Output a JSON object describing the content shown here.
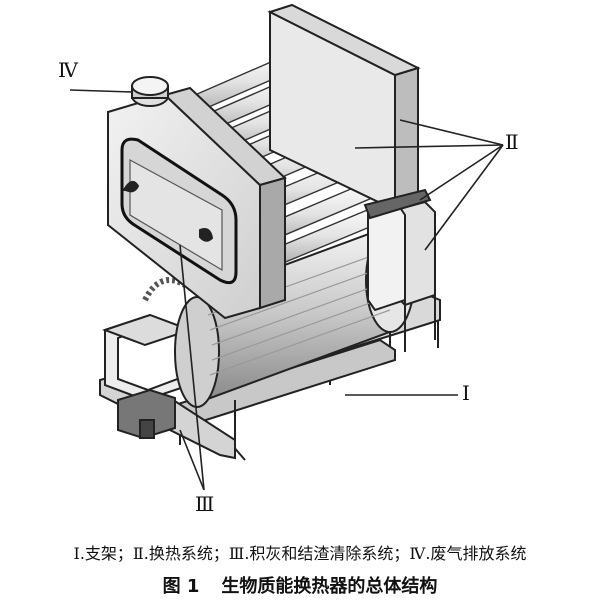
{
  "callouts": {
    "support": "Ⅰ",
    "heat_exchange": "Ⅱ",
    "ash_cleaning": "Ⅲ",
    "exhaust": "Ⅳ"
  },
  "legend": "Ⅰ.支架；Ⅱ.换热系统；Ⅲ.积灰和结渣清除系统；Ⅳ.废气排放系统",
  "caption": {
    "number": "图 1",
    "title": "生物质能换热器的总体结构"
  }
}
